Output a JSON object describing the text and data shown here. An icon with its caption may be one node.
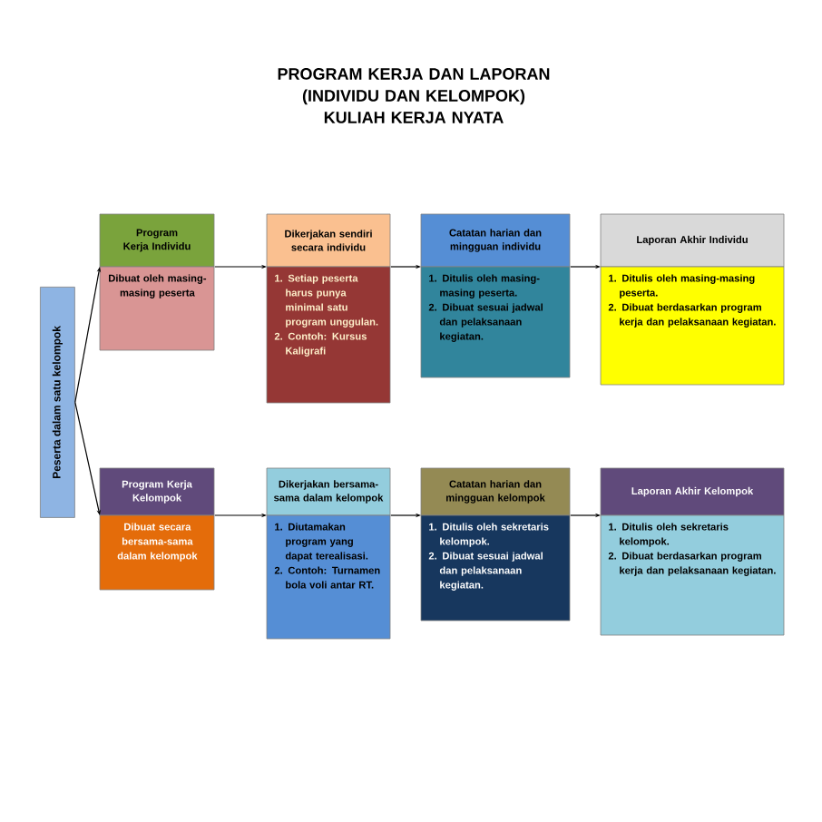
{
  "diagram": {
    "title": "PROGRAM KERJA DAN LAPORAN (INDIVIDU DAN KELOMPOK) KULIAH KERJA NYATA",
    "nodes": [
      {
        "text": [
          "Peserta dalam satu kelompok"
        ]
      },
      {
        "text": [
          "Program Kerja Individu",
          "Dibuat oleh masing-masing peserta"
        ]
      },
      {
        "text": [
          "Dikerjakan sendiri secara individu",
          "1. Setiap peserta harus punya minimal satu program unggulan.",
          "2. Contoh: Kursus Kaligrafi"
        ]
      },
      {
        "text": [
          "Catatan harian dan mingguan individu",
          "1. Ditulis oleh masing-masing peserta.",
          "2. Dibuat sesuai jadwal dan pelaksanaan kegiatan."
        ]
      },
      {
        "text": [
          "Laporan Akhir Individu",
          "1. Ditulis oleh masing-masing peserta.",
          "2. Dibuat berdasarkan program kerja dan pelaksanaan kegiatan."
        ]
      },
      {
        "text": [
          "Program Kerja Kelompok",
          "Dibuat secara bersama-sama dalam kelompok"
        ]
      },
      {
        "text": [
          "Dikerjakan bersama-sama dalam kelompok",
          "1. Diutamakan program yang dapat terealisasi.",
          "2. Contoh: Turnamen bola voli antar RT."
        ]
      },
      {
        "text": [
          "Catatan harian dan mingguan kelompok",
          "1. Ditulis oleh sekretaris kelompok.",
          "2. Dibuat sesuai jadwal dan pelaksanaan kegiatan."
        ]
      },
      {
        "text": [
          "Laporan Akhir Kelompok",
          "1. Ditulis oleh sekretaris kelompok.",
          "2. Dibuat berdasarkan program kerja dan pelaksanaan kegiatan."
        ]
      }
    ],
    "edges": [
      {
        "from": 0,
        "to": 1,
        "arrow": "to"
      },
      {
        "from": 0,
        "to": 5,
        "arrow": "to"
      },
      {
        "from": 1,
        "to": 2,
        "arrow": "to"
      },
      {
        "from": 2,
        "to": 3,
        "arrow": "to"
      },
      {
        "from": 3,
        "to": 4,
        "arrow": "to"
      },
      {
        "from": 5,
        "to": 6,
        "arrow": "to"
      },
      {
        "from": 6,
        "to": 7,
        "arrow": "to"
      },
      {
        "from": 7,
        "to": 8,
        "arrow": "to"
      }
    ]
  }
}
